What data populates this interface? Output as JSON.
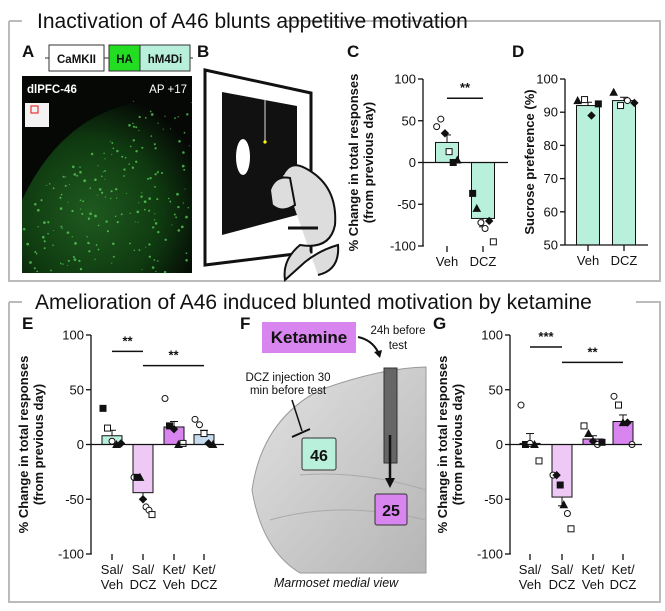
{
  "top_section": {
    "title": "Inactivation of A46 blunts appetitive motivation",
    "panel_a": {
      "label": "A",
      "construct": [
        "CaMKII",
        "HA",
        "hM4Di"
      ],
      "region": "dlPFC-46",
      "coordinate": "AP +17"
    },
    "panel_b": {
      "label": "B"
    },
    "panel_c": {
      "label": "C"
    },
    "panel_d": {
      "label": "D"
    }
  },
  "bottom_section": {
    "title": "Amelioration of A46 induced blunted motivation by ketamine",
    "panel_e": {
      "label": "E"
    },
    "panel_f": {
      "label": "F",
      "drug": "Ketamine",
      "drug_timing": [
        "24h before",
        "test"
      ],
      "dcz_note": [
        "DCZ injection 30",
        "min before test"
      ],
      "area_46": "46",
      "area_25": "25",
      "caption": "Marmoset medial view"
    },
    "panel_g": {
      "label": "G"
    }
  },
  "colors": {
    "teal": "#b8f0dc",
    "lavender": "#efc9f5",
    "purple": "#d985f0",
    "green": "#22dd22"
  },
  "chart_data": [
    {
      "id": "C",
      "type": "bar",
      "categories": [
        "Veh",
        "DCZ"
      ],
      "values": [
        24,
        -67
      ],
      "sem": [
        9,
        10
      ],
      "ylabel": [
        "% Change in total responses",
        "(from previous day)"
      ],
      "ylim": [
        -100,
        100
      ],
      "yticks": [
        100,
        50,
        0,
        -50,
        -100
      ],
      "bar_colors": [
        "#b8f0dc",
        "#b8f0dc"
      ],
      "significance": [
        {
          "from": 0,
          "to": 1,
          "label": "**",
          "y": 77
        }
      ],
      "points": [
        [
          {
            "v": 43,
            "m": "oc"
          },
          {
            "v": 52,
            "m": "oc"
          },
          {
            "v": 35,
            "m": "fd"
          },
          {
            "v": 13,
            "m": "os"
          },
          {
            "v": 0,
            "m": "fs"
          },
          {
            "v": 3,
            "m": "ft"
          }
        ],
        [
          {
            "v": -37,
            "m": "fs"
          },
          {
            "v": -55,
            "m": "ft"
          },
          {
            "v": -72,
            "m": "oc"
          },
          {
            "v": -79,
            "m": "oc"
          },
          {
            "v": -70,
            "m": "fd"
          },
          {
            "v": -95,
            "m": "os"
          }
        ]
      ]
    },
    {
      "id": "D",
      "type": "bar",
      "categories": [
        "Veh",
        "DCZ"
      ],
      "values": [
        92,
        93.5
      ],
      "sem": [
        1,
        1
      ],
      "ylabel": [
        "Sucrose preference (%)"
      ],
      "ylim": [
        50,
        100
      ],
      "yticks": [
        100,
        90,
        80,
        70,
        60,
        50
      ],
      "bar_colors": [
        "#b8f0dc",
        "#b8f0dc"
      ],
      "significance": [],
      "points": [
        [
          {
            "v": 93.5,
            "m": "ft"
          },
          {
            "v": 93.8,
            "m": "os"
          },
          {
            "v": 89,
            "m": "fd"
          },
          {
            "v": 92.5,
            "m": "fs"
          }
        ],
        [
          {
            "v": 96,
            "m": "ft"
          },
          {
            "v": 92,
            "m": "os"
          },
          {
            "v": 93.5,
            "m": "oc"
          },
          {
            "v": 92.8,
            "m": "fd"
          }
        ]
      ]
    },
    {
      "id": "E",
      "type": "bar",
      "categories": [
        "Sal/\nVeh",
        "Sal/\nDCZ",
        "Ket/\nVeh",
        "Ket/\nDCZ"
      ],
      "values": [
        8,
        -44,
        16,
        9
      ],
      "sem": [
        5,
        6,
        5,
        4
      ],
      "ylabel": [
        "% Change in total responses",
        "(from previous day)"
      ],
      "ylim": [
        -100,
        100
      ],
      "yticks": [
        100,
        50,
        0,
        -50,
        -100
      ],
      "bar_colors": [
        "#b8f0dc",
        "#efc9f5",
        "#d985f0",
        "#c8dcf0"
      ],
      "significance": [
        {
          "from": 0,
          "to": 1,
          "label": "**",
          "y": 85
        },
        {
          "from": 1,
          "to": 3,
          "label": "**",
          "y": 72
        }
      ],
      "points": [
        [
          {
            "v": 33,
            "m": "fs"
          },
          {
            "v": 15,
            "m": "os"
          },
          {
            "v": 3,
            "m": "oc"
          },
          {
            "v": 0,
            "m": "ft"
          },
          {
            "v": 1,
            "m": "fd"
          }
        ],
        [
          {
            "v": -30,
            "m": "oc"
          },
          {
            "v": -30,
            "m": "fs"
          },
          {
            "v": -30,
            "m": "ft"
          },
          {
            "v": -50,
            "m": "fd"
          },
          {
            "v": -57,
            "m": "oc"
          },
          {
            "v": -60,
            "m": "oc"
          },
          {
            "v": -64,
            "m": "os"
          }
        ],
        [
          {
            "v": 42,
            "m": "oc"
          },
          {
            "v": 17,
            "m": "fs"
          },
          {
            "v": 14,
            "m": "fd"
          },
          {
            "v": 0,
            "m": "ft"
          },
          {
            "v": 1,
            "m": "os"
          }
        ],
        [
          {
            "v": 23,
            "m": "oc"
          },
          {
            "v": 18,
            "m": "oc"
          },
          {
            "v": 10,
            "m": "os"
          },
          {
            "v": 1,
            "m": "fd"
          },
          {
            "v": 0,
            "m": "ft"
          }
        ]
      ]
    },
    {
      "id": "G",
      "type": "bar",
      "categories": [
        "Sal/\nVeh",
        "Sal/\nDCZ",
        "Ket/\nVeh",
        "Ket/\nDCZ"
      ],
      "values": [
        1,
        -48,
        5,
        21
      ],
      "sem": [
        9,
        8,
        3,
        6
      ],
      "ylabel": [
        "% Change in total responses",
        "(from previous day)"
      ],
      "ylim": [
        -100,
        100
      ],
      "yticks": [
        100,
        50,
        0,
        -50,
        -100
      ],
      "bar_colors": [
        "#b8f0dc",
        "#efc9f5",
        "#d985f0",
        "#d985f0"
      ],
      "significance": [
        {
          "from": 0,
          "to": 1,
          "label": "***",
          "y": 89
        },
        {
          "from": 1,
          "to": 3,
          "label": "**",
          "y": 75
        }
      ],
      "points": [
        [
          {
            "v": 36,
            "m": "oc"
          },
          {
            "v": 0,
            "m": "fs"
          },
          {
            "v": 1,
            "m": "oc"
          },
          {
            "v": 0,
            "m": "ft"
          },
          {
            "v": -15,
            "m": "os"
          }
        ],
        [
          {
            "v": -28,
            "m": "oc"
          },
          {
            "v": -28,
            "m": "fd"
          },
          {
            "v": -37,
            "m": "fs"
          },
          {
            "v": -55,
            "m": "ft"
          },
          {
            "v": -63,
            "m": "oc"
          },
          {
            "v": -77,
            "m": "os"
          }
        ],
        [
          {
            "v": 17,
            "m": "os"
          },
          {
            "v": 10,
            "m": "ft"
          },
          {
            "v": 3,
            "m": "fd"
          },
          {
            "v": 0,
            "m": "oc"
          },
          {
            "v": 2,
            "m": "fs"
          }
        ],
        [
          {
            "v": 44,
            "m": "oc"
          },
          {
            "v": 36,
            "m": "os"
          },
          {
            "v": 20,
            "m": "ft"
          },
          {
            "v": 20,
            "m": "fd"
          },
          {
            "v": 0,
            "m": "oc"
          }
        ]
      ]
    }
  ]
}
